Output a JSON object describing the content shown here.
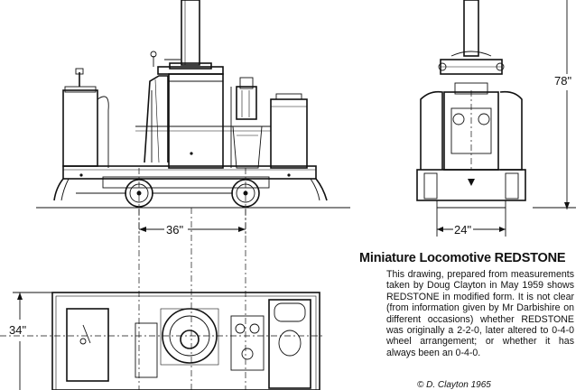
{
  "caption": {
    "title": "Miniature Locomotive REDSTONE",
    "description": "This drawing, prepared from measurements taken by Doug Clayton in May 1959 shows REDSTONE in modified form. It is not clear (from information given by Mr Darbishire on different occasions) whether REDSTONE was originally a 2-2-0, later altered to 0-4-0 wheel arrangement; or whether it has always been an 0-4-0.",
    "credit": "© D. Clayton 1965"
  },
  "dimensions": {
    "wheelbase": "36\"",
    "gauge_front": "24\"",
    "height": "78\"",
    "width_plan": "34\""
  }
}
